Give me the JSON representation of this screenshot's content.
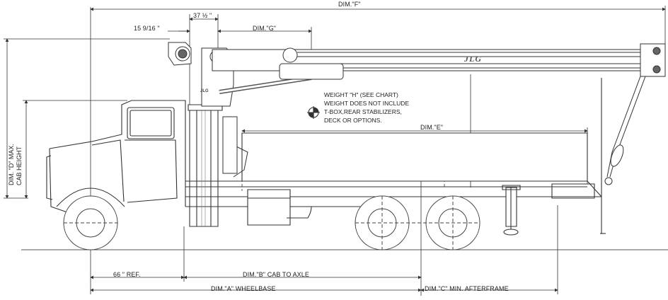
{
  "dimensions": {
    "dim_f": "DIM.\"F\"",
    "dim_37": "37 ½ \"",
    "dim_15": "15 9/16 \"",
    "dim_g": "DIM.\"G\"",
    "dim_e": "DIM.\"E\"",
    "dim_d_line1": "DIM. \"D\" MAX.",
    "dim_d_line2": "CAB HEIGHT",
    "dim_66": "66 \" REF.",
    "dim_b": "DIM.\"B\" CAB TO AXLE",
    "dim_a": "DIM.\"A\" WHEELBASE",
    "dim_c": "DIM.\"C\" MIN. AFTERFRAME"
  },
  "weight_note": [
    "WEIGHT \"H\" (SEE CHART)",
    "WEIGHT DOES NOT INCLUDE",
    "T-BOX,REAR STABILIZERS,",
    "DECK OR OPTIONS."
  ],
  "brand": {
    "logo": "JLG",
    "badge": "JLG"
  }
}
